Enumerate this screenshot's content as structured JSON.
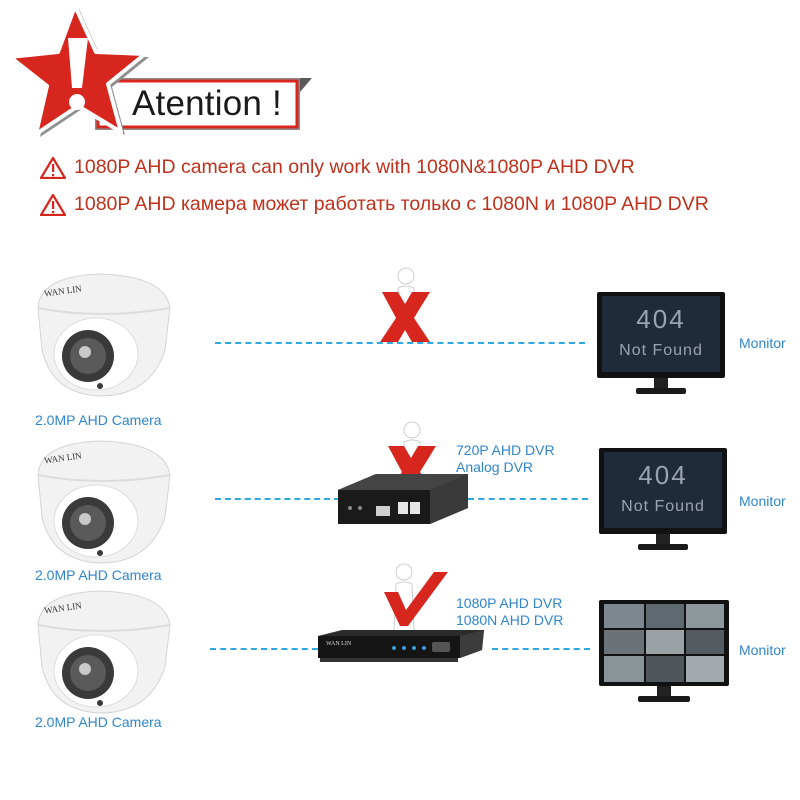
{
  "header": {
    "banner_text": "Atention !",
    "warning_icon": "exclamation-star-icon"
  },
  "notices": [
    {
      "icon": "warning-triangle-icon",
      "text": "1080P AHD camera can only work with 1080N&1080P AHD DVR"
    },
    {
      "icon": "warning-triangle-icon",
      "text": "1080P AHD камера может работать только с 1080N и 1080P AHD DVR"
    }
  ],
  "rows": [
    {
      "camera_label": "2.0MP AHD Camera",
      "camera_brand": "WAN LIN",
      "status_icon": "red-x-icon",
      "dvr_label_lines": [],
      "monitor_lines": [
        "404",
        "Not Found"
      ],
      "monitor_label": "Monitor"
    },
    {
      "camera_label": "2.0MP AHD Camera",
      "camera_brand": "WAN LIN",
      "status_icon": "red-x-icon",
      "dvr_label_lines": [
        "720P AHD DVR",
        "Analog DVR"
      ],
      "monitor_lines": [
        "404",
        "Not Found"
      ],
      "monitor_label": "Monitor"
    },
    {
      "camera_label": "2.0MP AHD Camera",
      "camera_brand": "WAN LIN",
      "status_icon": "red-check-icon",
      "dvr_label_lines": [
        "1080P AHD DVR",
        "1080N AHD DVR"
      ],
      "dvr_brand": "WAN LIN",
      "monitor_lines": [],
      "monitor_label": "Monitor"
    }
  ],
  "colors": {
    "accent_red": "#d7261e",
    "banner_gray": "#9a9a9a",
    "label_blue": "#2f86cf",
    "dash_blue": "#2da8e0",
    "notice_red": "#c0311c"
  }
}
